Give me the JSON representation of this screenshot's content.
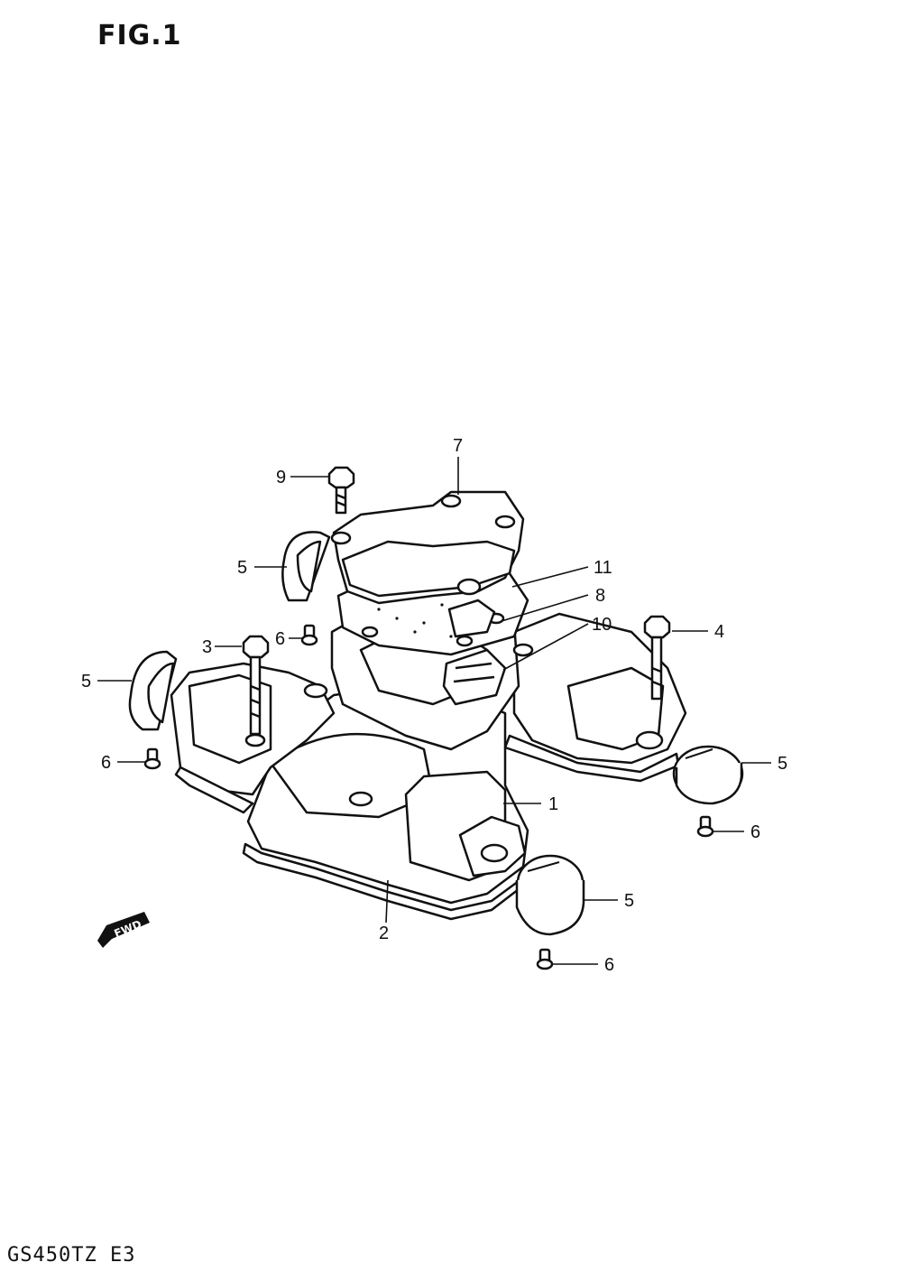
{
  "header": {
    "figure_label": "FIG.1"
  },
  "footer": {
    "model_code": "GS450TZ E3"
  },
  "direction_marker": {
    "label": "FWD",
    "icon": "forward-arrow-icon"
  },
  "callouts": [
    {
      "id": "c1",
      "number": "1"
    },
    {
      "id": "c2",
      "number": "2"
    },
    {
      "id": "c3",
      "number": "3"
    },
    {
      "id": "c4",
      "number": "4"
    },
    {
      "id": "c5a",
      "number": "5"
    },
    {
      "id": "c5b",
      "number": "5"
    },
    {
      "id": "c5c",
      "number": "5"
    },
    {
      "id": "c5d",
      "number": "5"
    },
    {
      "id": "c6a",
      "number": "6"
    },
    {
      "id": "c6b",
      "number": "6"
    },
    {
      "id": "c6c",
      "number": "6"
    },
    {
      "id": "c6d",
      "number": "6"
    },
    {
      "id": "c7",
      "number": "7"
    },
    {
      "id": "c8",
      "number": "8"
    },
    {
      "id": "c9",
      "number": "9"
    },
    {
      "id": "c10",
      "number": "10"
    },
    {
      "id": "c11",
      "number": "11"
    }
  ]
}
